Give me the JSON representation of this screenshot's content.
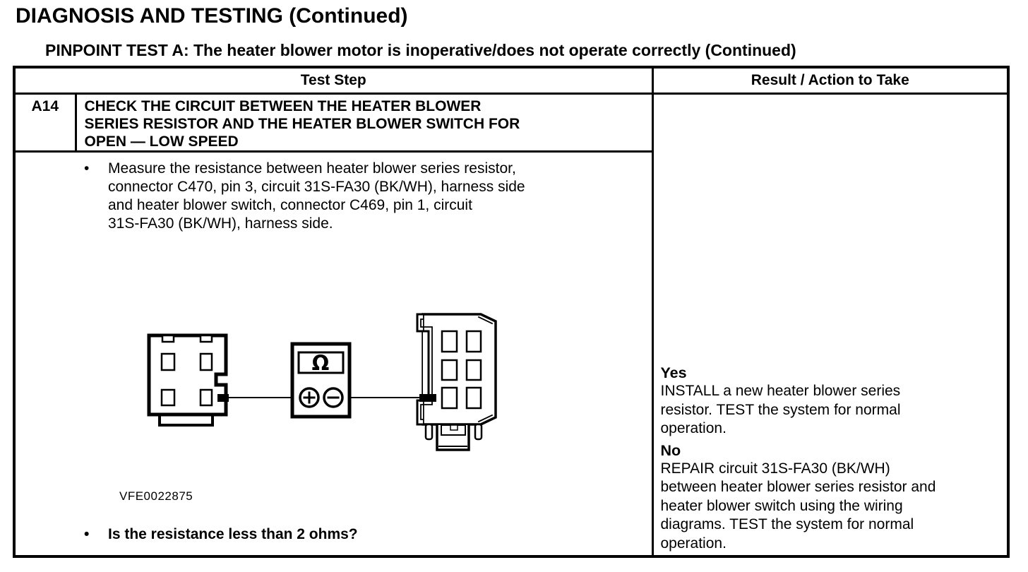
{
  "page": {
    "title": "DIAGNOSIS AND TESTING (Continued)",
    "subtitle": "PINPOINT TEST A: The heater blower motor is inoperative/does not operate correctly (Continued)"
  },
  "table": {
    "header": {
      "test_step": "Test Step",
      "result": "Result / Action to Take"
    },
    "step": {
      "id": "A14",
      "title": "CHECK THE CIRCUIT BETWEEN THE HEATER BLOWER\nSERIES RESISTOR AND THE HEATER BLOWER SWITCH FOR\nOPEN — LOW SPEED",
      "bullet": "•",
      "instruction": "Measure the resistance between heater blower series resistor,\nconnector C470, pin 3, circuit 31S-FA30 (BK/WH), harness side\nand heater blower switch, connector C469, pin 1, circuit\n31S-FA30 (BK/WH), harness side.",
      "figure_id": "VFE0022875",
      "question": "Is the resistance less than 2 ohms?"
    },
    "results": [
      {
        "answer": "Yes",
        "action": "INSTALL a new heater blower series\nresistor. TEST the system for normal\noperation."
      },
      {
        "answer": "No",
        "action": "REPAIR circuit 31S-FA30 (BK/WH)\nbetween heater blower series resistor and\nheater blower switch using the wiring\ndiagrams. TEST the system for normal\noperation."
      }
    ],
    "diagram": {
      "ohm_symbol": "Ω"
    }
  },
  "colors": {
    "ink": "#000000",
    "paper": "#ffffff"
  }
}
